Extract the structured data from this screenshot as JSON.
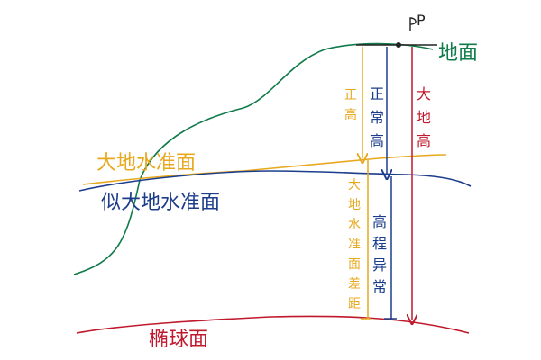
{
  "colors": {
    "terrain": "#0f7a4a",
    "geoid": "#e8a81e",
    "quasi_geoid": "#1d3d8c",
    "ellipsoid": "#c0182c",
    "ink": "#222222"
  },
  "point_label": "P",
  "surfaces": {
    "terrain": "地面",
    "geoid": "大地水准面",
    "quasi_geoid": "似大地水准面",
    "ellipsoid": "椭球面"
  },
  "heights": {
    "orthometric": "正高",
    "normal": "正常高",
    "geodetic": "大地高",
    "geoid_separation": "大地水准面差距",
    "height_anomaly": "高程异常"
  }
}
